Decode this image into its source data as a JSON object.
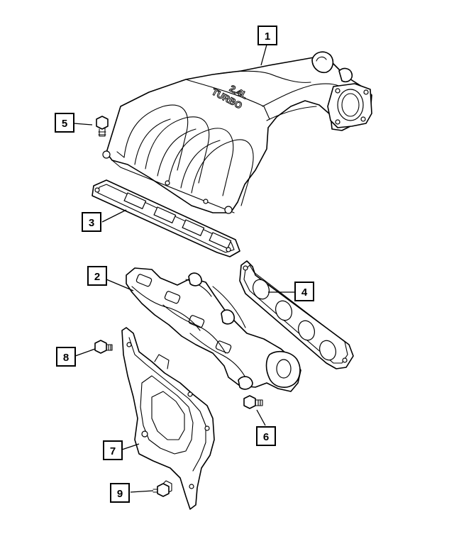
{
  "callouts": {
    "c1": "1",
    "c2": "2",
    "c3": "3",
    "c4": "4",
    "c5": "5",
    "c6": "6",
    "c7": "7",
    "c8": "8",
    "c9": "9"
  },
  "manifold_casting_text": {
    "line1": "2.4L",
    "line2": "TURBO"
  },
  "colors": {
    "line": "#000000",
    "background": "#ffffff"
  }
}
